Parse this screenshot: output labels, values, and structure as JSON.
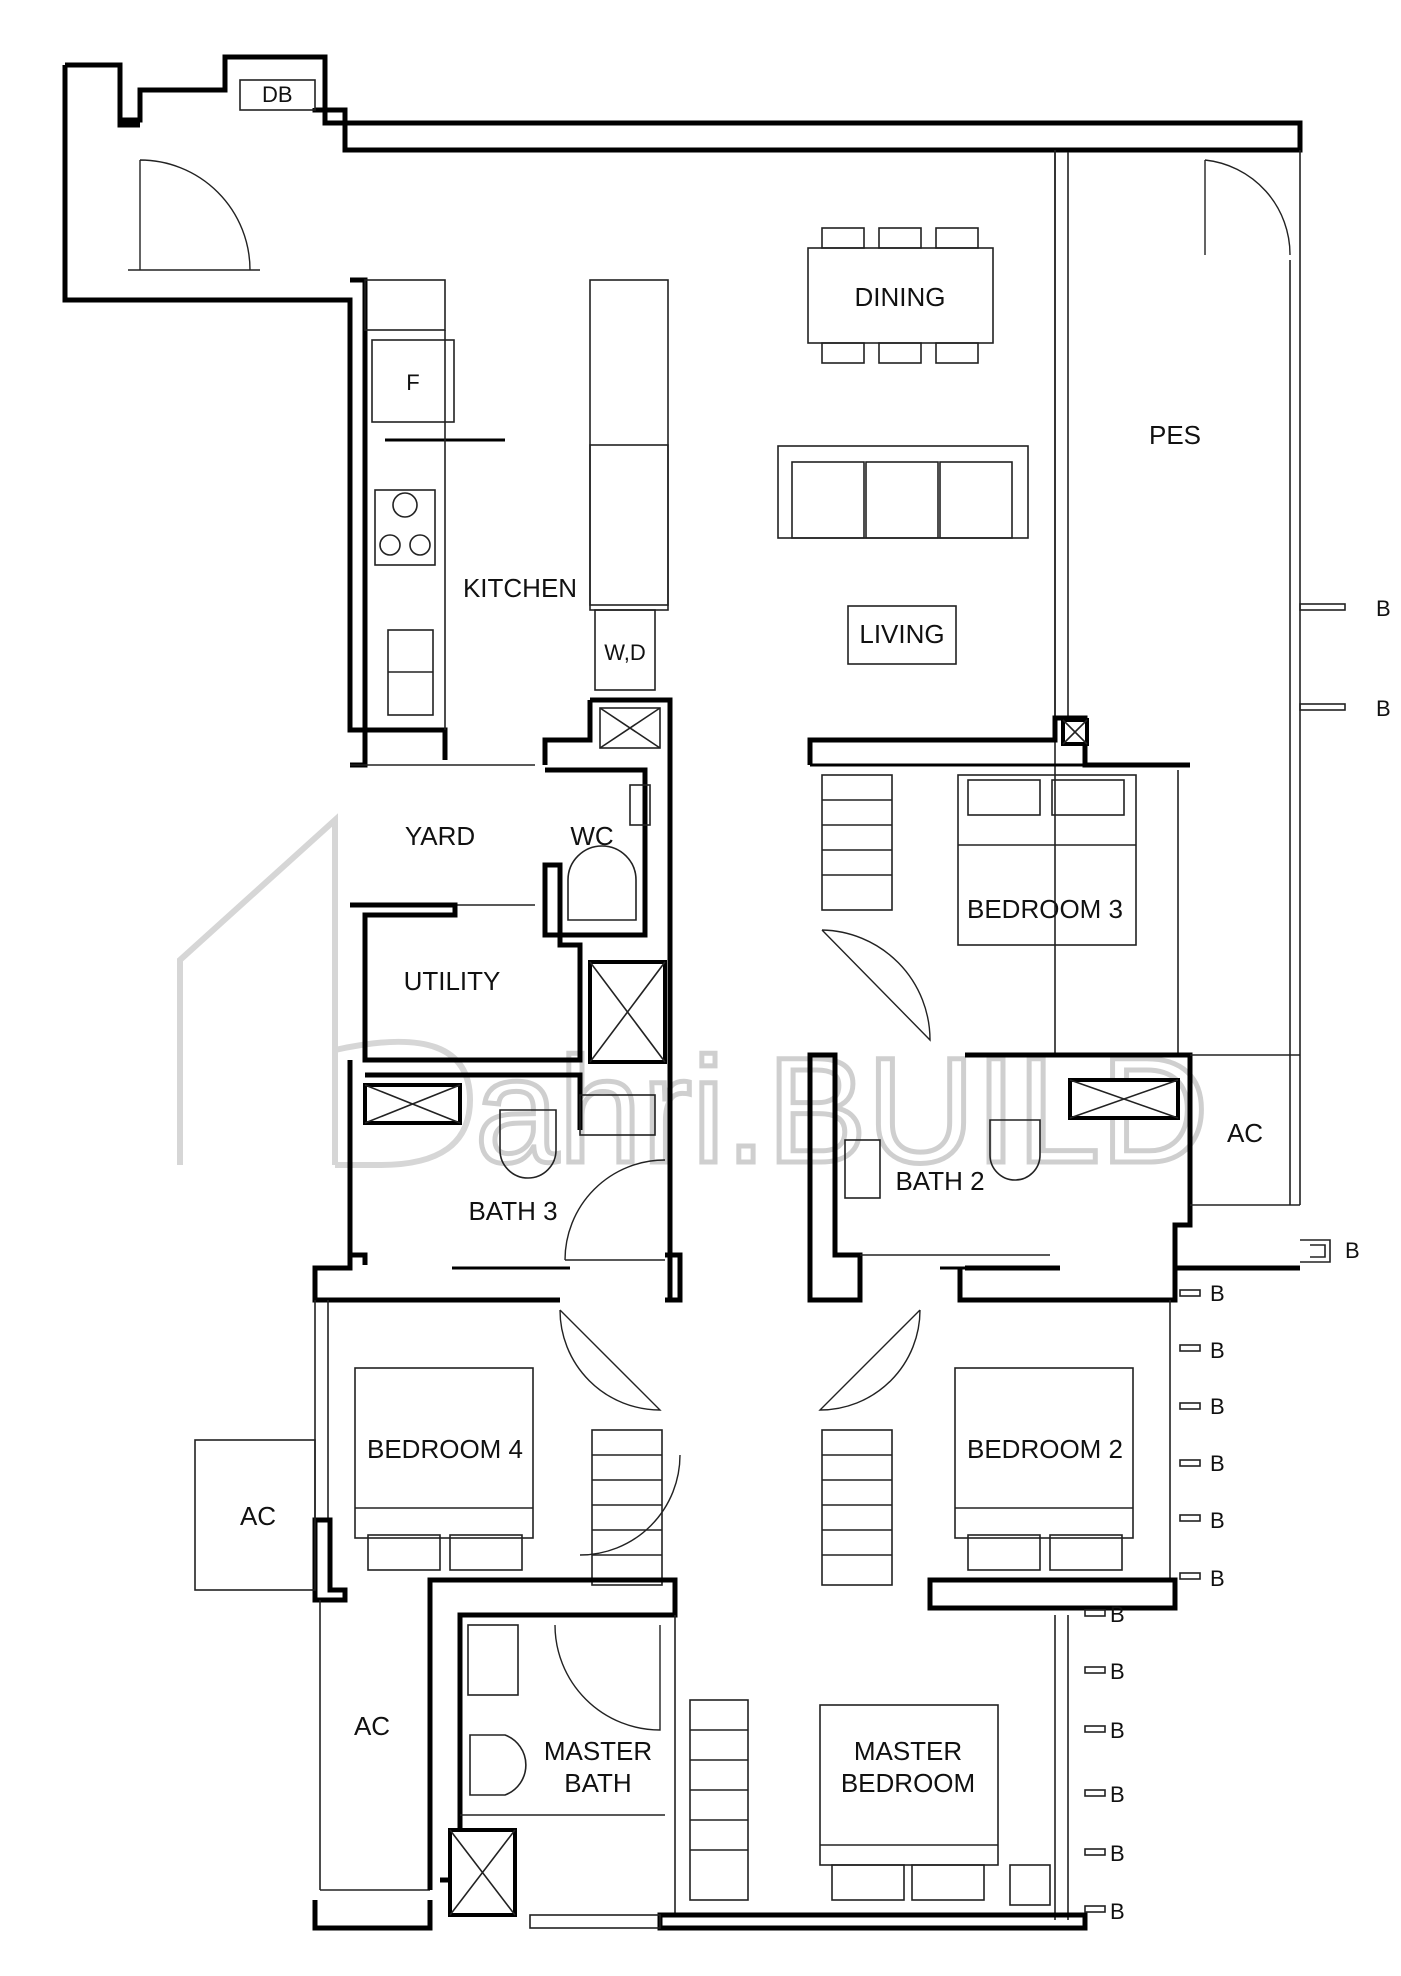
{
  "rooms": {
    "db": "DB",
    "dining": "DINING",
    "pes": "PES",
    "kitchen": "KITCHEN",
    "fridge": "F",
    "washer_dryer": "W,D",
    "living": "LIVING",
    "yard": "YARD",
    "wc": "WC",
    "utility": "UTILITY",
    "bedroom3": "BEDROOM 3",
    "bath2": "BATH 2",
    "bath3": "BATH 3",
    "ac_right": "AC",
    "bedroom4": "BEDROOM 4",
    "bedroom2": "BEDROOM 2",
    "ac_left_upper": "AC",
    "ac_left_lower": "AC",
    "master_bath_line1": "MASTER",
    "master_bath_line2": "BATH",
    "master_bedroom_line1": "MASTER",
    "master_bedroom_line2": "BEDROOM"
  },
  "markers": {
    "b": "B"
  },
  "watermark": {
    "text": "ahri.BUILD"
  }
}
